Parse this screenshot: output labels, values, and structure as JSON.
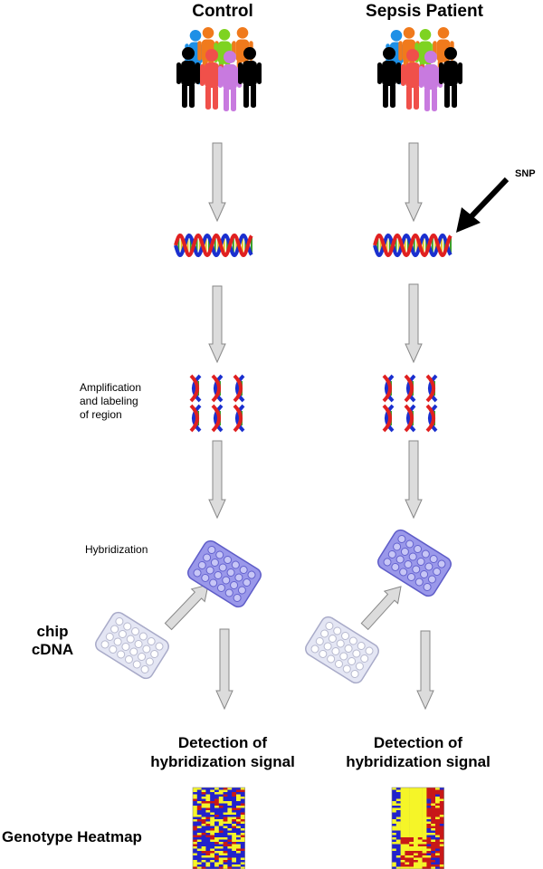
{
  "columns": [
    {
      "title": "Control",
      "detection": "Detection of\nhybridization signal"
    },
    {
      "title": "Sepsis Patient",
      "detection": "Detection of\nhybridization signal"
    }
  ],
  "labels": {
    "snp": "SNP",
    "amplification": "Amplification\nand labeling\nof region",
    "hybridization": "Hybridization",
    "chip": "chip\ncDNA",
    "heatmap": "Genotype Heatmap"
  },
  "colors": {
    "arrow_fill": "#dcdcdc",
    "arrow_stroke": "#888888",
    "chip_dark": "#9a98ea",
    "chip_light": "#e4e6f4",
    "helix_red": "#e02020",
    "helix_blue": "#1a2fcf",
    "helix_green": "#3aa02a",
    "heat_blue": "#2222cc",
    "heat_yellow": "#f5f528",
    "heat_red": "#c81818"
  },
  "people_colors": [
    "#1e90e6",
    "#f07a1c",
    "#7ed321",
    "#f07a1c",
    "#000000",
    "#f0504a",
    "#c87adf",
    "#000000"
  ]
}
